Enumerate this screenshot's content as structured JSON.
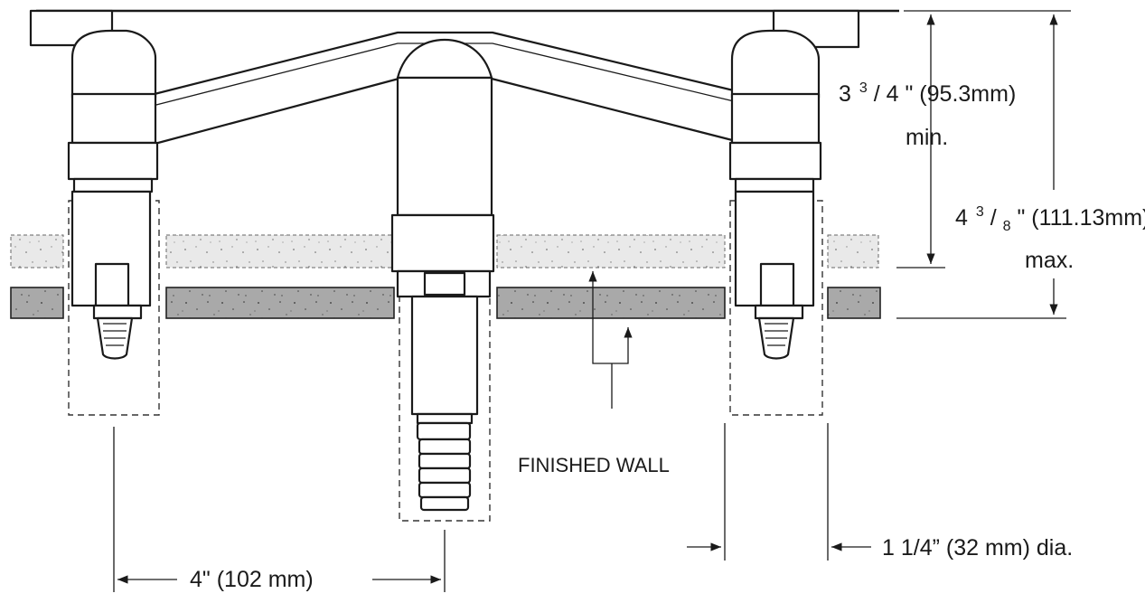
{
  "diagram": {
    "dimensions": {
      "min_height": {
        "value": "3",
        "frac_num": "3",
        "frac_den": "4",
        "rest": "\" (95.3mm)",
        "qualifier": "min."
      },
      "max_height": {
        "value": "4",
        "frac_num": "3",
        "frac_den": "8",
        "rest": "\" (111.13mm)",
        "qualifier": "max."
      },
      "spacing": "4\" (102 mm)",
      "diameter": "1 1/4” (32 mm) dia."
    },
    "labels": {
      "finished_wall": "FINISHED WALL"
    }
  }
}
